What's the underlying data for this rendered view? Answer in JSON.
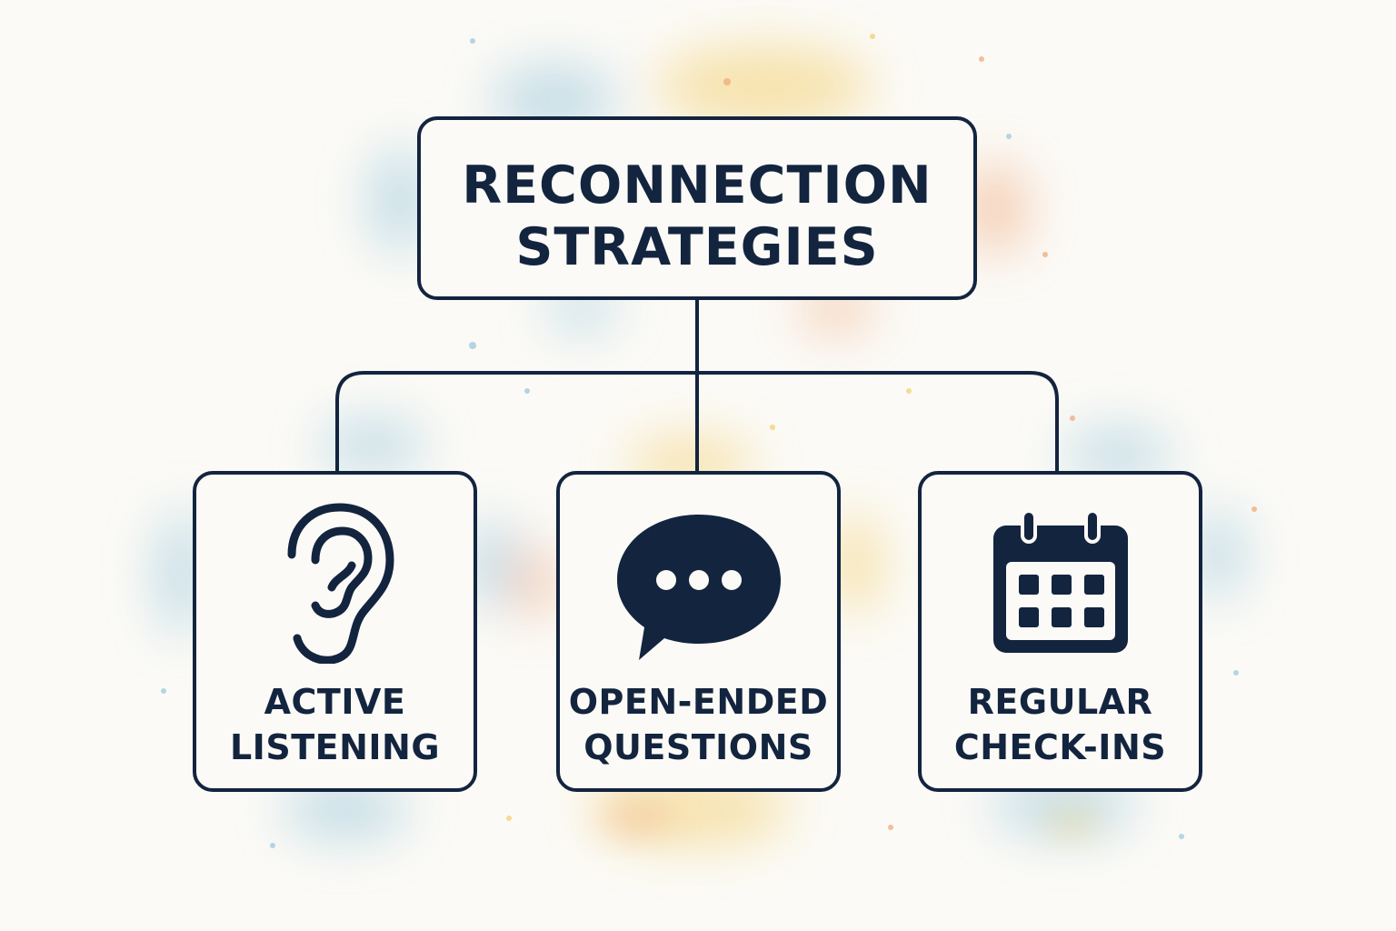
{
  "root": {
    "title_line1": "RECONNECTION",
    "title_line2": "STRATEGIES"
  },
  "children": [
    {
      "line1": "ACTIVE",
      "line2": "LISTENING",
      "icon": "ear-icon"
    },
    {
      "line1": "OPEN-ENDED",
      "line2": "QUESTIONS",
      "icon": "speech-bubble-icon"
    },
    {
      "line1": "REGULAR",
      "line2": "CHECK-INS",
      "icon": "calendar-icon"
    }
  ],
  "colors": {
    "ink": "#13243f",
    "background": "#fbfaf6",
    "splash_blue": "#9cc8dc",
    "splash_yellow": "#f3cf70",
    "splash_orange": "#f0a97a"
  }
}
